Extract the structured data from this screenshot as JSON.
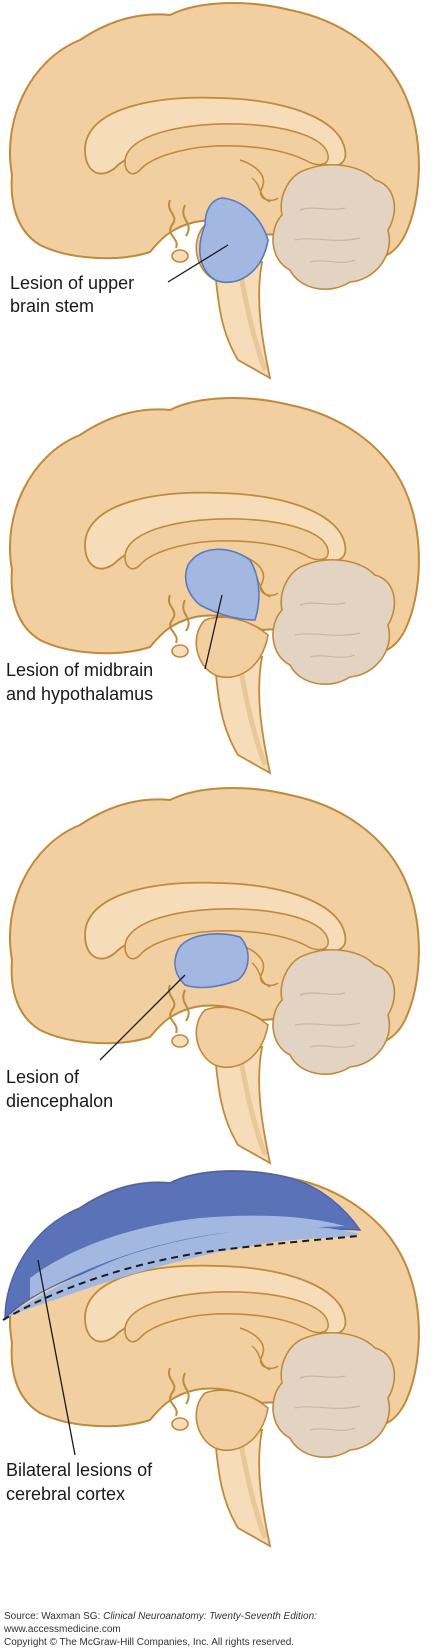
{
  "colors": {
    "cortex_fill": "#f1cfa0",
    "stem_fill": "#f6dcb8",
    "outline": "#c08a3a",
    "cerebellum_fill": "#e2d3c3",
    "lesion_light": "#a3b8e0",
    "lesion_dark": "#5a72b8",
    "lesion_stroke": "#5e78bd"
  },
  "panels": [
    {
      "label_lines": [
        "Lesion of upper",
        "brain stem"
      ],
      "lesion": "upper-brain-stem"
    },
    {
      "label_lines": [
        "Lesion of midbrain",
        "and hypothalamus"
      ],
      "lesion": "midbrain-hypothalamus"
    },
    {
      "label_lines": [
        "Lesion of",
        "diencephalon"
      ],
      "lesion": "diencephalon"
    },
    {
      "label_lines": [
        "Bilateral lesions of",
        "cerebral cortex"
      ],
      "lesion": "cerebral-cortex"
    }
  ],
  "source": {
    "prefix": "Source: Waxman SG: ",
    "title": "Clinical Neuroanatomy: Twenty-Seventh Edition:",
    "url": "www.accessmedicine.com",
    "copyright": "Copyright © The McGraw-Hill Companies, Inc. All rights reserved."
  }
}
